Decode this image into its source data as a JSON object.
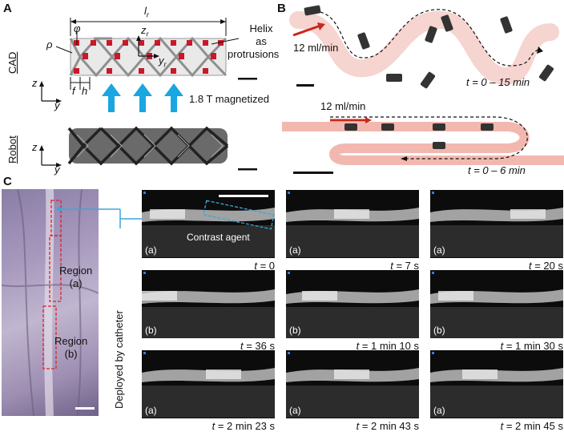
{
  "panels": {
    "a": {
      "letter": "A",
      "cad_label": "CAD",
      "robot_label": "Robot",
      "dim_length": "l",
      "dim_length_sub": "r",
      "dim_rho": "ρ",
      "dim_phi": "φ",
      "dim_f": "f",
      "dim_h": "h",
      "axis_z": "z",
      "axis_y": "y",
      "axis_zr": "z",
      "axis_zr_sub": "r",
      "axis_yr": "y",
      "axis_yr_sub": "r",
      "helix_note_1": "Helix",
      "helix_note_2": "as",
      "helix_note_3": "protrusions",
      "magnet_note": "1.8 T magnetized",
      "colors": {
        "strut": "#c8c8c8",
        "protrusion": "#c8192a",
        "arrow": "#1aa6e0",
        "robot": "#3a3a3a"
      }
    },
    "b": {
      "letter": "B",
      "flow_top": "12 ml/min",
      "time_top": "t = 0 – 15 min",
      "flow_bottom": "12 ml/min",
      "time_bottom": "t = 0 – 6 min",
      "colors": {
        "flow_arrow": "#c8281e",
        "channel": "#f2b8b0"
      }
    },
    "c": {
      "letter": "C",
      "region_a_1": "Region",
      "region_a_2": "(a)",
      "region_b_1": "Region",
      "region_b_2": "(b)",
      "deployed": "Deployed by catheter",
      "contrast": "Contrast agent",
      "frames": [
        {
          "tag": "(a)",
          "t_var": "t",
          "t_val": " = 0"
        },
        {
          "tag": "(a)",
          "t_var": "t",
          "t_val": " = 7 s"
        },
        {
          "tag": "(a)",
          "t_var": "t",
          "t_val": " = 20 s"
        },
        {
          "tag": "(b)",
          "t_var": "t",
          "t_val": " = 36 s"
        },
        {
          "tag": "(b)",
          "t_var": "t",
          "t_val": " = 1 min 10 s"
        },
        {
          "tag": "(b)",
          "t_var": "t",
          "t_val": " = 1 min 30 s"
        },
        {
          "tag": "(a)",
          "t_var": "t",
          "t_val": " = 2 min 23 s"
        },
        {
          "tag": "(a)",
          "t_var": "t",
          "t_val": " = 2 min 43 s"
        },
        {
          "tag": "(a)",
          "t_var": "t",
          "t_val": " = 2 min 45 s"
        }
      ],
      "colors": {
        "region_box": "#e0202a",
        "pointer": "#3aa7d8"
      }
    }
  }
}
